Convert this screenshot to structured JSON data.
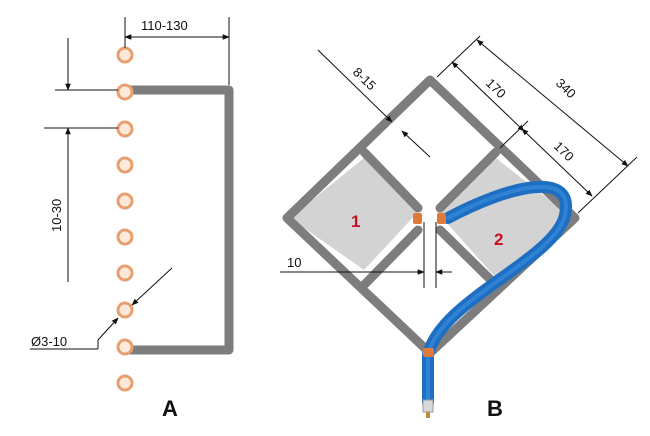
{
  "panel_a": {
    "label": "A",
    "dim_width": "110-130",
    "dim_spacing": "10-30",
    "dim_diameter": "Ø3-10"
  },
  "panel_b": {
    "label": "B",
    "dim_gap": "8-15",
    "dim_half_side_1": "170",
    "dim_half_side_2": "170",
    "dim_side": "340",
    "dim_feed_gap": "10",
    "section_1": "1",
    "section_2": "2"
  },
  "colors": {
    "frame": "#7d7d7d",
    "fill": "#d3d3d3",
    "cable": "#1e6fc2",
    "hole": "#e8a070",
    "label_red": "#c1121f"
  }
}
